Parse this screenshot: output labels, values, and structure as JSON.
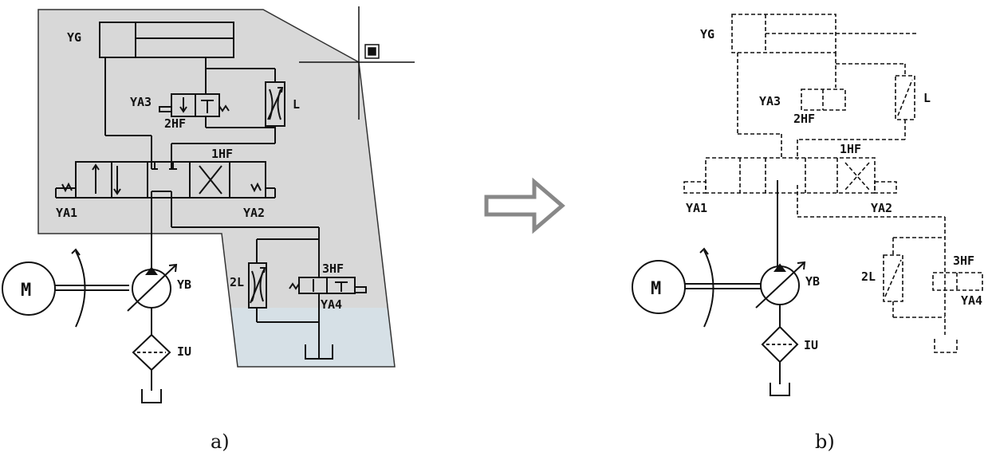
{
  "panel_a": {
    "caption": "a)",
    "labels": {
      "cylinder": "YG",
      "valve_small": "YA3",
      "valve_small_2": "2HF",
      "throttle": "L",
      "main_valve": "1HF",
      "solenoid_left": "YA1",
      "solenoid_right": "YA2",
      "motor": "M",
      "pump": "YB",
      "filter": "IU",
      "throttle_2": "2L",
      "valve_3": "3HF",
      "solenoid_4": "YA4"
    },
    "colors": {
      "selection_fill": "#d8d8d8",
      "selection_fill_lower": "#d6e0e6",
      "line": "#111111"
    }
  },
  "panel_b": {
    "caption": "b)",
    "labels": {
      "cylinder": "YG",
      "valve_small": "YA3",
      "valve_small_2": "2HF",
      "throttle": "L",
      "main_valve": "1HF",
      "solenoid_left": "YA1",
      "solenoid_right": "YA2",
      "motor": "M",
      "pump": "YB",
      "filter": "IU",
      "throttle_2": "2L",
      "valve_3": "3HF",
      "solenoid_4": "YA4"
    }
  },
  "arrow": {
    "icon": "hollow-right-arrow-icon",
    "color": "#888888"
  }
}
